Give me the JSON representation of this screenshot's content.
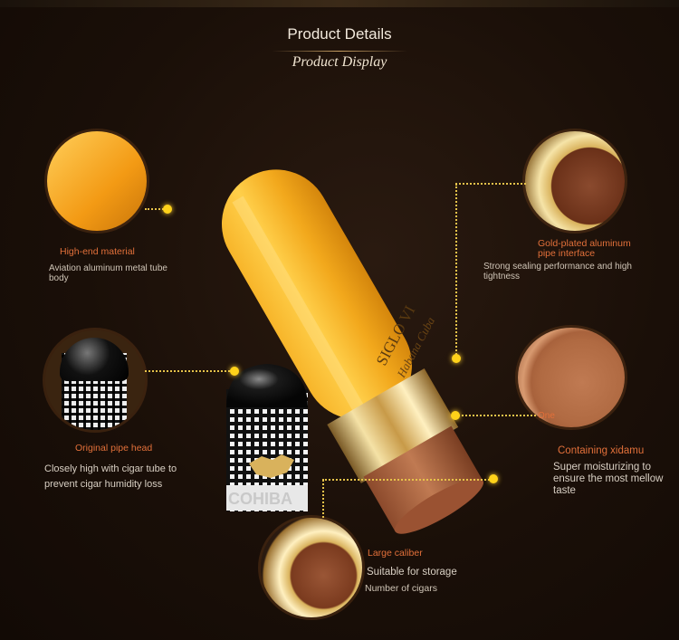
{
  "header": {
    "title": "Product Details",
    "subtitle": "Product Display"
  },
  "tube": {
    "engraving_main": "SIGLO VI",
    "engraving_script": "Habana Cuba"
  },
  "cap": {
    "brand": "COHIBA"
  },
  "features": [
    {
      "title": "High-end material",
      "desc": "Aviation aluminum metal tube body"
    },
    {
      "title": "Gold-plated aluminum pipe interface",
      "desc": "Strong sealing performance and high tightness"
    },
    {
      "title": "Original pipe head",
      "desc": "Closely high with cigar tube to prevent cigar humidity loss"
    },
    {
      "title": "Containing xidamu",
      "desc": "Super moisturizing to ensure the most mellow taste"
    },
    {
      "title": "Large caliber",
      "desc1": "Suitable for storage",
      "desc2": "Number of cigars"
    }
  ],
  "callout": {
    "inner_label": "One"
  },
  "colors": {
    "accent_orange": "#e2703a",
    "dot_yellow": "#ffd21a",
    "tube_yellow": "#f2a81c",
    "gold": "#d9b25c",
    "wood": "#b9714a",
    "background": "#1a0f08"
  }
}
